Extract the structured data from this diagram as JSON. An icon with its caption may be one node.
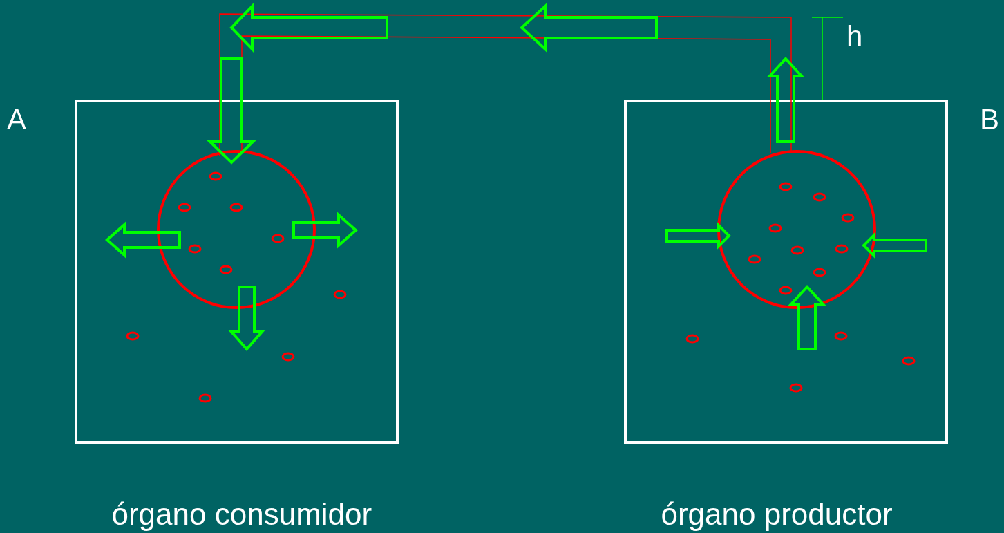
{
  "diagram": {
    "labels": [
      "h",
      "A",
      "B",
      "órgano consumidor",
      "órgano productor"
    ]
  }
}
